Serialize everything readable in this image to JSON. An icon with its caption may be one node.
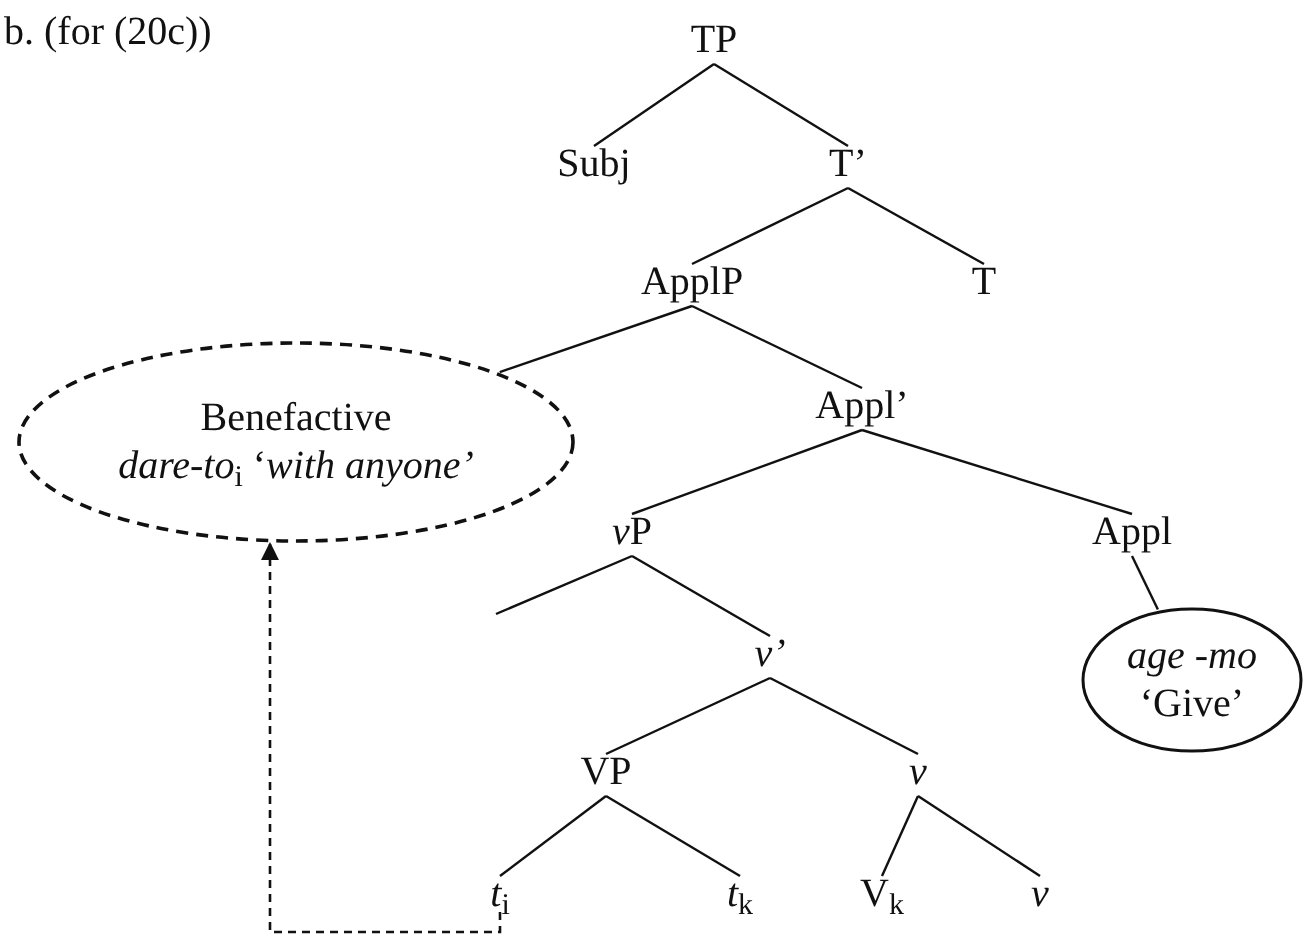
{
  "diagram": {
    "nodes": [
      {
        "text": [
          "TP"
        ]
      },
      {
        "text": [
          "Subj"
        ]
      },
      {
        "text": [
          "T’"
        ]
      },
      {
        "text": [
          "ApplP"
        ]
      },
      {
        "text": [
          "T"
        ]
      },
      {
        "text": [
          "Benefactive",
          "*dare-to*$_{i}$ ‘*with anyone’*"
        ]
      },
      {
        "text": [
          "Appl’"
        ]
      },
      {
        "text": [
          "*v*⁠P"
        ]
      },
      {
        "text": [
          "Appl"
        ]
      },
      {
        "text": [
          "*age -mo*",
          "‘Give’"
        ]
      },
      {
        "text": [
          "*v’*"
        ]
      },
      {
        "text": [
          "VP"
        ]
      },
      {
        "text": [
          "*v*"
        ]
      },
      {
        "text": [
          "*t*$_{i}$"
        ]
      },
      {
        "text": [
          "*t*$_{k}$"
        ]
      },
      {
        "text": [
          "V$_{k}$"
        ]
      },
      {
        "text": [
          "*v*"
        ]
      }
    ],
    "edges": [
      {
        "from": 0,
        "to": 1,
        "arrow": "none"
      },
      {
        "from": 0,
        "to": 2,
        "arrow": "none"
      },
      {
        "from": 2,
        "to": 3,
        "arrow": "none"
      },
      {
        "from": 2,
        "to": 4,
        "arrow": "none"
      },
      {
        "from": 3,
        "to": 5,
        "arrow": "none"
      },
      {
        "from": 3,
        "to": 6,
        "arrow": "none"
      },
      {
        "from": 6,
        "to": 7,
        "arrow": "none"
      },
      {
        "from": 6,
        "to": 8,
        "arrow": "none"
      },
      {
        "from": 8,
        "to": 9,
        "arrow": "none"
      },
      {
        "from": 7,
        "to": null,
        "arrow": "none"
      },
      {
        "from": 7,
        "to": 10,
        "arrow": "none"
      },
      {
        "from": 10,
        "to": 11,
        "arrow": "none"
      },
      {
        "from": 10,
        "to": 12,
        "arrow": "none"
      },
      {
        "from": 11,
        "to": 13,
        "arrow": "none"
      },
      {
        "from": 11,
        "to": 14,
        "arrow": "none"
      },
      {
        "from": 12,
        "to": 15,
        "arrow": "none"
      },
      {
        "from": 12,
        "to": 16,
        "arrow": "none"
      },
      {
        "from": 13,
        "to": 5,
        "arrow": "to",
        "style": "dashed"
      }
    ],
    "labels": [
      "b. (for (20c))"
    ]
  }
}
